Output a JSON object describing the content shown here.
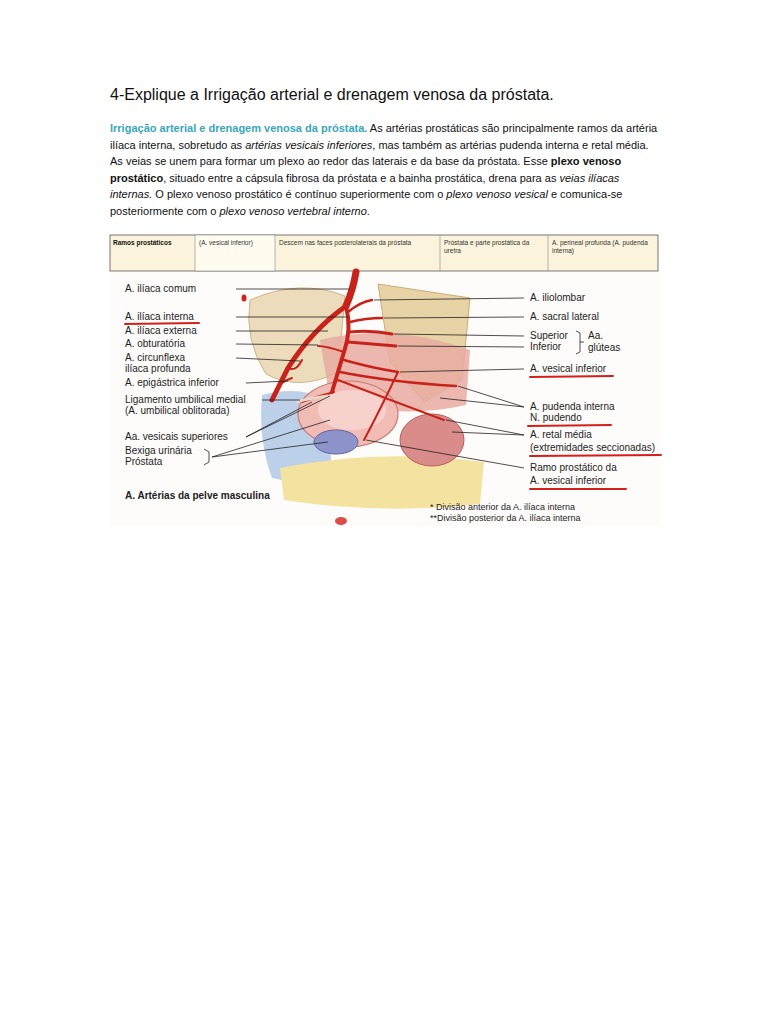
{
  "diagram": {
    "title": "4-Explique a Irrigação arterial e drenagem venosa da próstata.",
    "caption": "A. Artérias da pelve masculina",
    "labels": [
      "Irrigação arterial e drenagem venosa da próstata.",
      "As artérias prostáticas são principalmente ramos da artéria ilíaca interna, sobretudo as",
      "artérias vesicais inferiores",
      ", mas também as artérias pudenda interna e retal média. As veias se unem para formar um plexo ao redor das laterais e da base da próstata. Esse",
      "plexo venoso prostático",
      ", situado entre a cápsula fibrosa da próstata e a bainha prostática, drena para as",
      "veias ilíacas internas.",
      "O plexo venoso prostático é contínuo superiormente com o",
      "plexo venoso vesical",
      "e comunica-se posteriormente com o",
      "plexo venoso vertebral interno",
      ".",
      "Ramos prostáticos",
      "(A. vesical inferior)",
      "Descem nas faces posterolaterais da próstata",
      "Próstata e parte prostática da uretra",
      "A. perineal profunda (A. pudenda interna)",
      "A. ilíaca comum",
      "A. ilíaca interna",
      "A. ilíaca externa",
      "A. obturatória",
      "A. circunflexa",
      "ilíaca profunda",
      "A. epigástrica inferior",
      "Ligamento umbilical medial",
      "(A. umbilical oblitorada)",
      "Aa. vesicais superiores",
      "Bexiga urinária",
      "Próstata",
      "A. iliolombar",
      "A. sacral lateral",
      "Superior",
      "Inferior",
      "Aa. glúteas",
      "A. vesical inferior",
      "A. pudenda interna",
      "N. pudendo",
      "A. retal média",
      "(extremidades seccionadas)",
      "Ramo prostático da",
      "A. vesical inferior",
      "* Divisão anterior da A. ilíaca interna",
      "**Divisão posterior da A. ilíaca interna"
    ]
  }
}
